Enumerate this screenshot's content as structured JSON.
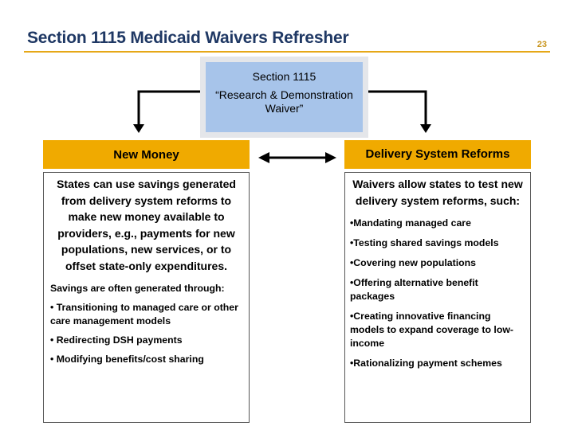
{
  "slide": {
    "title": "Section 1115 Medicaid Waivers Refresher",
    "page_number": "23"
  },
  "center": {
    "line1": "Section 1115",
    "line2": "“Research & Demonstration Waiver”"
  },
  "left": {
    "header": "New Money",
    "lead": "States can use savings generated from delivery system reforms to make new money available to providers, e.g., payments for new populations, new services, or to offset state-only expenditures.",
    "items": [
      "Savings are often generated through:",
      "• Transitioning to managed care or other care management models",
      "• Redirecting DSH payments",
      "• Modifying benefits/cost sharing"
    ]
  },
  "right": {
    "header": "Delivery System Reforms",
    "lead": "Waivers allow states to test new delivery system reforms, such:",
    "items": [
      "•Mandating managed care",
      "•Testing shared savings models",
      "•Covering new populations",
      "•Offering alternative benefit packages",
      "•Creating innovative financing models to expand coverage to low-income",
      "•Rationalizing payment schemes"
    ]
  },
  "colors": {
    "title": "#1f3864",
    "accent": "#f0aa00",
    "center_box": "#a7c4ea"
  }
}
